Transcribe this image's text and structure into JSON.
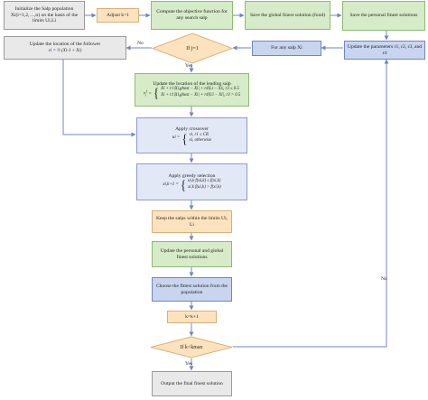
{
  "nodes": {
    "init": "Initialize the Salp population Xi(i=1,2,…,n) on the basis of the limits Ui,Li",
    "adjust": "Adjust k=1",
    "compute": "Compute the objective function for any search salp",
    "save_global": "Save the global finest solution (food)",
    "save_personal": "Save the personal finest solutions",
    "update_params": "Update the parameters r1, r2, r3, and r4",
    "for_any": "For any salp Xi",
    "if_j1": "If j=1",
    "follower_title": "Update the location of the follower",
    "follower_eq": "vi = ½ (Xi-1 + Xi)",
    "leading_title": "Update the location of the leading salp",
    "leading_eq_1": "Xi + r1|Xi,ghost − Xi| + r4|Li − Xi|, r3 ≤ 0.5",
    "leading_eq_2": "Xi + r1|Xi,ghost − Xi| + r4|Ui − Xi|, r3 > 0.5",
    "crossover_title": "Apply crossover",
    "crossover_lhs": "ui =",
    "crossover_case1": "vi,    r1 ≤ CR",
    "crossover_case2": "xi,    otherwise",
    "greedy_title": "Apply greedy selection",
    "greedy_lhs": "xi,k+1 =",
    "greedy_case1": "ui,k    f(ui,k) ≤ f(xi,k)",
    "greedy_case2": "xi,k    f(ui,k) > f(xi,k)",
    "keep": "Keep the salps within the limits Ui, Li",
    "update_pg": "Update the personal and global finest solutions",
    "choose": "Choose the fittest solution from the population",
    "k_inc": "k=k+1",
    "if_kmax": "If k<kmax",
    "output": "Output the final finest solution"
  },
  "edge_labels": {
    "no_top": "No",
    "yes_j": "Yes",
    "no_right": "No",
    "yes_bottom": "Yes"
  }
}
